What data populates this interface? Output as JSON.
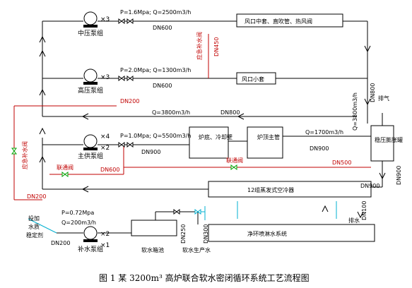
{
  "caption": "图 1  某 3200m³ 高炉联合软水密闭循环系统工艺流程图",
  "pumps": {
    "medium": {
      "label": "中压泵组",
      "count": "×3"
    },
    "high": {
      "label": "高压泵组",
      "count": "×3"
    },
    "main": {
      "label": "主供泵组",
      "count1": "×4",
      "count2": "×2"
    },
    "makeup": {
      "label": "补水泵组",
      "count1": "×2",
      "count2": "×1"
    }
  },
  "flows": {
    "medium": "P=1.6Mpa; Q=2500m3/h",
    "high": "P=2.0Mpa; Q=1300m3/h",
    "main": "P=1.0Mpa; Q=5500m3/h",
    "return_total": "Q=3800m3/h",
    "bosh": "Q=1700m3/h",
    "vertical": "Q=3800m3/h",
    "makeup_p": "P=0.72Mpa",
    "makeup_q": "Q=200m3/h"
  },
  "pipes": {
    "dn600_a": "DN600",
    "dn600_b": "DN600",
    "dn450": "DN450",
    "dn200_red": "DN200",
    "dn800_top": "DN800",
    "dn800_right": "DN800",
    "dn900_a": "DN900",
    "dn900_b": "DN900",
    "dn900_c": "DN900",
    "dn500": "DN500",
    "dn600_red": "DN600",
    "dn200_left": "DN200",
    "dn200_bottom": "DN200",
    "dn250": "DN250",
    "dn300": "DN300",
    "dn100": "DN100"
  },
  "boxes": {
    "tuyere_set": "风口中套、直吹管、热风阀",
    "tuyere_small": "风口小套",
    "bosh_cool": "炉底、冷却壁",
    "hearth_pipe": "炉顶主管",
    "expansion_tank": "稳压膨胀罐",
    "air_cooler": "12组蒸发式空冷器",
    "purify": "净环喷淋水系统"
  },
  "labels": {
    "emergency1": "应急补水阀",
    "emergency2": "应急补水阀",
    "bypass1": "联通阀",
    "bypass2": "联通阀",
    "exhaust": "排气",
    "drain": "排水",
    "dosing1": "投加",
    "dosing2": "水质",
    "dosing3": "稳定剂",
    "soft_pool": "软水箱池",
    "soft_prod": "软水生产水"
  },
  "colors": {
    "line": "#000000",
    "red": "#c00000",
    "cyan": "#00b0d0",
    "green": "#00a000"
  }
}
